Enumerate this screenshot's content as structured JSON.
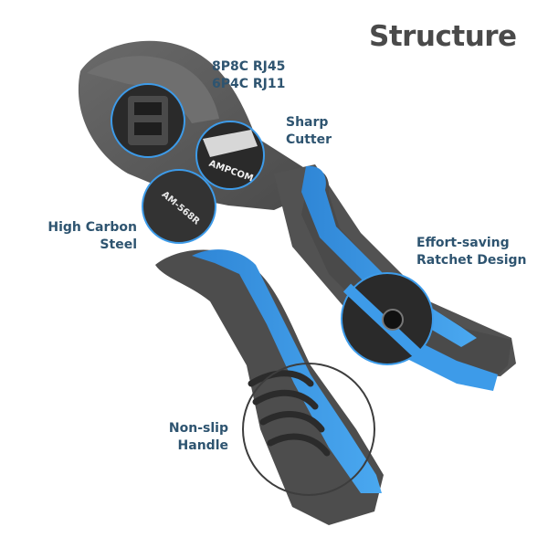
{
  "title": "Structure",
  "brand_text": "AMPCOM",
  "model_text": "AM-568R",
  "labels": {
    "connectors": [
      "8P8C RJ45",
      "6P4C RJ11"
    ],
    "cutter": [
      "Sharp",
      "Cutter"
    ],
    "steel": [
      "High Carbon",
      "Steel"
    ],
    "ratchet": [
      "Effort-saving",
      "Ratchet Design"
    ],
    "handle": [
      "Non-slip",
      "Handle"
    ]
  },
  "colors": {
    "accent": "#3d9be9",
    "tool_body": "#5a5a5a",
    "label_text": "#2e5470",
    "title_text": "#4a4a4a"
  }
}
